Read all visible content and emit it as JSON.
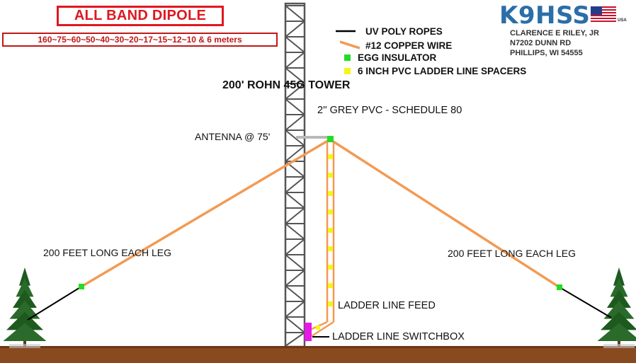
{
  "title": "ALL BAND DIPOLE",
  "bands": "160~75~60~50~40~30~20~17~15~12~10 & 6 meters",
  "station": {
    "callsign": "K9HSS",
    "flag_label": "USA",
    "address": [
      "CLARENCE E RILEY, JR",
      "N7202 DUNN RD",
      "PHILLIPS, WI 54555"
    ]
  },
  "legend": [
    {
      "label": "UV POLY ROPES",
      "symbol": "rope-line-icon",
      "color": "#000000"
    },
    {
      "label": "#12 COPPER WIRE",
      "symbol": "wire-line-icon",
      "color": "#f39a53"
    },
    {
      "label": "EGG INSULATOR",
      "symbol": "insulator-square-icon",
      "color": "#22dd22"
    },
    {
      "label": "6 INCH PVC LADDER LINE SPACERS",
      "symbol": "spacer-square-icon",
      "color": "#f5f51a"
    }
  ],
  "labels": {
    "tower": "200' ROHN 45G TOWER",
    "pvc": "2'' GREY PVC - SCHEDULE 80",
    "antenna_height": "ANTENNA @ 75'",
    "left_leg": "200 FEET LONG EACH LEG",
    "right_leg": "200 FEET LONG EACH LEG",
    "ladder_feed": "LADDER LINE FEED",
    "switchbox": "LADDER LINE SWITCHBOX"
  },
  "colors": {
    "wire": "#f39a53",
    "rope": "#000000",
    "insulator": "#22dd22",
    "spacer": "#f5f51a",
    "switchbox": "#e619e6",
    "ground": "#8a4a1f",
    "tower": "#555555",
    "tree": "#1e5a1e"
  }
}
